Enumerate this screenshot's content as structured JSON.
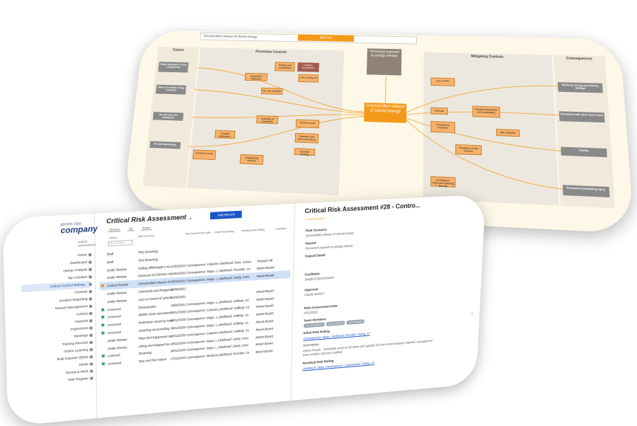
{
  "bowtie": {
    "search_value": "Uncontrolled release of stored energy",
    "top_button": "Add risk",
    "hazard": "Personnel exposed to energy release",
    "center_event": "Uncontrolled release of stored energy",
    "columns": {
      "causes": "Causes",
      "preventive": "Preventive Controls",
      "mitigating": "Mitigating Controls",
      "consequences": "Consequences"
    },
    "causes": [
      "Faulty damaged or worn components",
      "Failure to isolate energy correctly",
      "No safe zone for employees",
      "No load barricading"
    ],
    "preventive_controls": [
      "Training and competency",
      "Isolation procedures",
      "Equipment inspection",
      "Lock out tag out",
      "Pre-use checklist",
      "Guarding of machinery",
      "Permit to work",
      "Physical separation",
      "Standard safe work procedures",
      "Exclusion zones",
      "Engineering controls",
      "Operator training"
    ],
    "mitigating_controls": [
      "Use of PPE",
      "First aid",
      "Physical separation and barricading",
      "Emergency response",
      "Site induction",
      "Provision of soft barriers",
      "Emergency response including first aid"
    ],
    "consequences": [
      "Strike by energy and hearing damage",
      "Interaction with other work zones",
      "Fatality",
      "Permanent debilitating injury"
    ]
  },
  "app": {
    "logo_top": "generic logo",
    "logo_main": "company",
    "user_name": "Angela",
    "user_role": "Administrator",
    "sidebar": [
      {
        "label": "Home"
      },
      {
        "label": "Dashboard"
      },
      {
        "label": "Hazop Analysis"
      },
      {
        "label": "My Activities"
      },
      {
        "label": "Critical Control Manag...",
        "active": true
      },
      {
        "label": "Controls"
      },
      {
        "label": "Incident Reporting"
      },
      {
        "label": "Hazard Management"
      },
      {
        "label": "Actions"
      },
      {
        "label": "Hazards"
      },
      {
        "label": "Inspections"
      },
      {
        "label": "Meetings"
      },
      {
        "label": "Training Records"
      },
      {
        "label": "Online Learning"
      },
      {
        "label": "Bulk Exporter (Beta)"
      },
      {
        "label": "Media"
      },
      {
        "label": "Permit to Work"
      },
      {
        "label": "Risk Register"
      }
    ],
    "title": "Critical Risk Assessment",
    "add_button": "Add Record",
    "filters": [
      "Review",
      "All",
      "Active"
    ],
    "columns": [
      "Status",
      "Risk Scenario",
      "Risk Assessment Date",
      "Initial Risk Rating",
      "Residual Risk Rating",
      "Facilitator"
    ],
    "search_placeholder": "Type to search",
    "rows": [
      {
        "status": "Draft",
        "scenario": "Test Drowning",
        "date": "",
        "rating": "",
        "person": ""
      },
      {
        "status": "Draft",
        "scenario": "Test Drowning",
        "date": "",
        "rating": "",
        "person": ""
      },
      {
        "status": "Under Review",
        "scenario": "Falling off/through a wo",
        "date": "11/03/2022",
        "rating": "Consequence: Catastro  Likelihood: Rare, Conse",
        "person": "Triumph Hill"
      },
      {
        "status": "Under Review",
        "scenario": "Exposure to Extreme He",
        "date": "15/01/2022",
        "rating": "Consequence: Major, L  Likelihood: Possible, Co",
        "person": "Mount Bryant"
      },
      {
        "status": "Control Review",
        "scenario": "Uncontrolled release of",
        "date": "05/10/2021",
        "rating": "Consequence: Major, L  Likelihood: Likely, Cons",
        "person": "Mount Bryant",
        "selected": true
      },
      {
        "status": "Under Review",
        "scenario": "Chemicals and Reagents",
        "date": "18/08/2021",
        "rating": "",
        "person": ""
      },
      {
        "status": "Under Review",
        "scenario": "Loss of control of vehicle",
        "date": "16/06/2021",
        "rating": "",
        "person": "Mount Bryant"
      },
      {
        "status": "Assessed",
        "scenario": "Electrocution",
        "date": "18/06/2021",
        "rating": "Consequence: Major, L  Likelihood: Unlikely, Co",
        "person": "Mount Bryant"
      },
      {
        "status": "Assessed",
        "scenario": "Mobile crane operations",
        "date": "08/12/2020",
        "rating": "Consequence: Catastro  Likelihood: Unlikely, Co",
        "person": "Mount Bryant"
      },
      {
        "status": "Assessed",
        "scenario": "Pedestrian struck by mov",
        "date": "08/12/2020",
        "rating": "Consequence: Major, L  Likelihood: Unlikely, Co",
        "person": "Mount Bryant"
      },
      {
        "status": "Assessed",
        "scenario": "Guarding not providing",
        "date": "08/12/2020",
        "rating": "Consequence: Major, L  Likelihood: Unlikely, Co",
        "person": "Mount Bryant"
      },
      {
        "status": "Under Review",
        "scenario": "Plant (incl Equipment co",
        "date": "08/12/2020",
        "rating": "Consequence: Catastro  Likelihood: Unlikely, Co",
        "person": "Mount Bryant"
      },
      {
        "status": "Under Review",
        "scenario": "Lifting and dropped loa",
        "date": "08/12/2020",
        "rating": "Consequence: Major, L  Likelihood: Likely, Cons",
        "person": "Mount Bryant"
      },
      {
        "status": "Licensed",
        "scenario": "Drowning",
        "date": "08/12/2020",
        "rating": "Consequence: Major, L  Likelihood: Likely, Cons",
        "person": "Mount Bryant"
      },
      {
        "status": "Assessed",
        "scenario": "Tyre and Rim Failure",
        "date": "17/11/2020",
        "rating": "Consequence: Moderat  Likelihood: Possible, Co",
        "person": "Mount Bryant"
      }
    ],
    "detail": {
      "title": "Critical Risk Assessment #28 - Contro...",
      "status": "Control Review",
      "risk_scenario_label": "Risk Scenario",
      "risk_scenario": "Uncontrolled release of stored energy",
      "hazard_label": "Hazard",
      "hazard": "Personnel exposed to energy release",
      "hazard_detail_label": "Hazard Detail",
      "facilitator_label": "Facilitator",
      "facilitator": "Dwight EISENHOWER",
      "approver_label": "Approver",
      "approver": "Claude MONET",
      "date_label": "Risk Assessment Date",
      "date": "05/10/2021",
      "team_label": "Team Members",
      "team": [
        "Sam MAXWORTH",
        "Peter JOHNSON",
        "Alex STERNER"
      ],
      "initial_label": "Initial Risk Rating",
      "initial": "Consequence: Major, Likelihood: Possible, Rating: 17",
      "description_label": "Description:",
      "description_1": "Inform People - Immediate action to be taken and applied, full risk control analysis required, management",
      "description_2": "team notified. Directors notified.",
      "residual_label": "Residual Risk Rating",
      "residual": "Likelihood: Likely, Consequence: Catastrophic, Rating: 23"
    }
  }
}
